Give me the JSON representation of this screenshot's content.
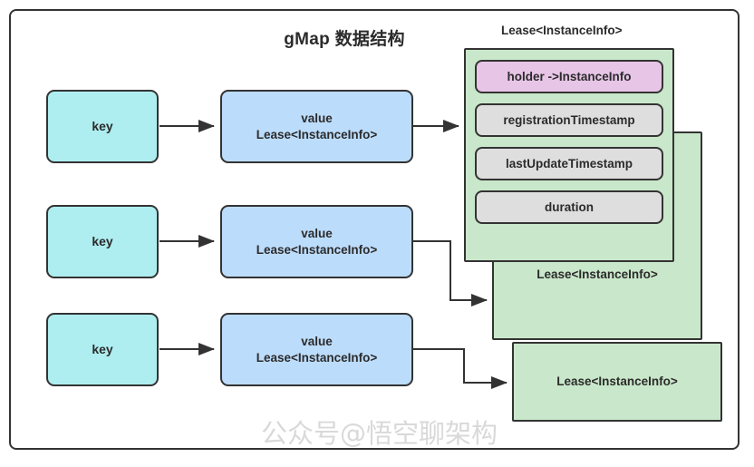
{
  "diagram": {
    "title": "gMap 数据结构",
    "watermark": "公众号@悟空聊架构",
    "stack_label": "Lease<InstanceInfo>",
    "colors": {
      "key_fill": "#aeeef0",
      "value_fill": "#bcdcfb",
      "lease_fill": "#c9e7ca",
      "field_fill": "#dedede",
      "holder_fill": "#e7c5e7",
      "stroke": "#333333",
      "watermark": "#d9d9d9"
    },
    "rows": [
      {
        "key_label": "key",
        "value_line1": "value",
        "value_line2": "Lease<InstanceInfo>"
      },
      {
        "key_label": "key",
        "value_line1": "value",
        "value_line2": "Lease<InstanceInfo>"
      },
      {
        "key_label": "key",
        "value_line1": "value",
        "value_line2": "Lease<InstanceInfo>"
      }
    ],
    "lease_boxes": [
      {
        "label": "Lease<InstanceInfo>",
        "show_label_inside": false
      },
      {
        "label": "Lease<InstanceInfo>",
        "show_label_inside": true
      },
      {
        "label": "Lease<InstanceInfo>",
        "show_label_inside": true
      }
    ],
    "lease_fields": [
      {
        "name": "holder ->InstanceInfo",
        "kind": "holder"
      },
      {
        "name": "registrationTimestamp",
        "kind": "field"
      },
      {
        "name": "lastUpdateTimestamp",
        "kind": "field"
      },
      {
        "name": "duration",
        "kind": "field"
      }
    ]
  }
}
